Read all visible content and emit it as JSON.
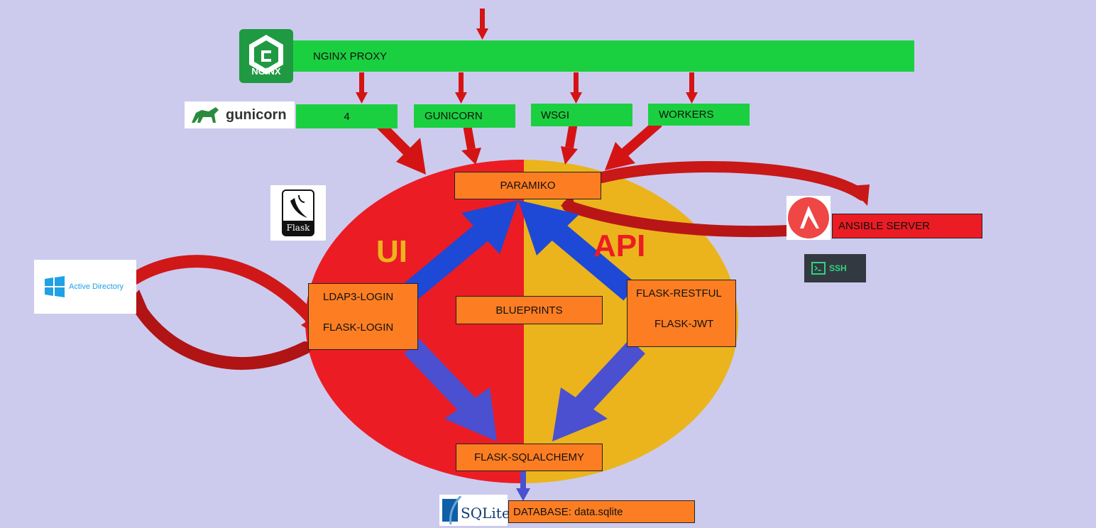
{
  "nginx": {
    "label": "NGINX PROXY",
    "logo_text": "NGiNX"
  },
  "gunicorn": {
    "logo_text": "gunicorn",
    "boxes": [
      "4",
      "GUNICORN",
      "WSGI",
      "WORKERS"
    ]
  },
  "core": {
    "paramiko": "PARAMIKO",
    "ui_label": "UI",
    "api_label": "API",
    "ldap_login": "LDAP3-LOGIN",
    "flask_login": "FLASK-LOGIN",
    "blueprints": "BLUEPRINTS",
    "flask_restful": "FLASK-RESTFUL",
    "flask_jwt": "FLASK-JWT",
    "sqlalchemy": "FLASK-SQLALCHEMY"
  },
  "flask": {
    "logo_text": "Flask"
  },
  "active_directory": {
    "label": "Active Directory"
  },
  "ansible": {
    "label": "ANSIBLE SERVER"
  },
  "ssh": {
    "label": "SSH"
  },
  "database": {
    "label": "DATABASE: data.sqlite",
    "logo_text": "SQLite"
  },
  "colors": {
    "background": "#cccbee",
    "green": "#1bd040",
    "orange": "#fd7e22",
    "red": "#ec1c24",
    "yellow": "#ebb41c",
    "blue_arrow": "#1e48d6",
    "slate_arrow": "#4a50d0"
  }
}
